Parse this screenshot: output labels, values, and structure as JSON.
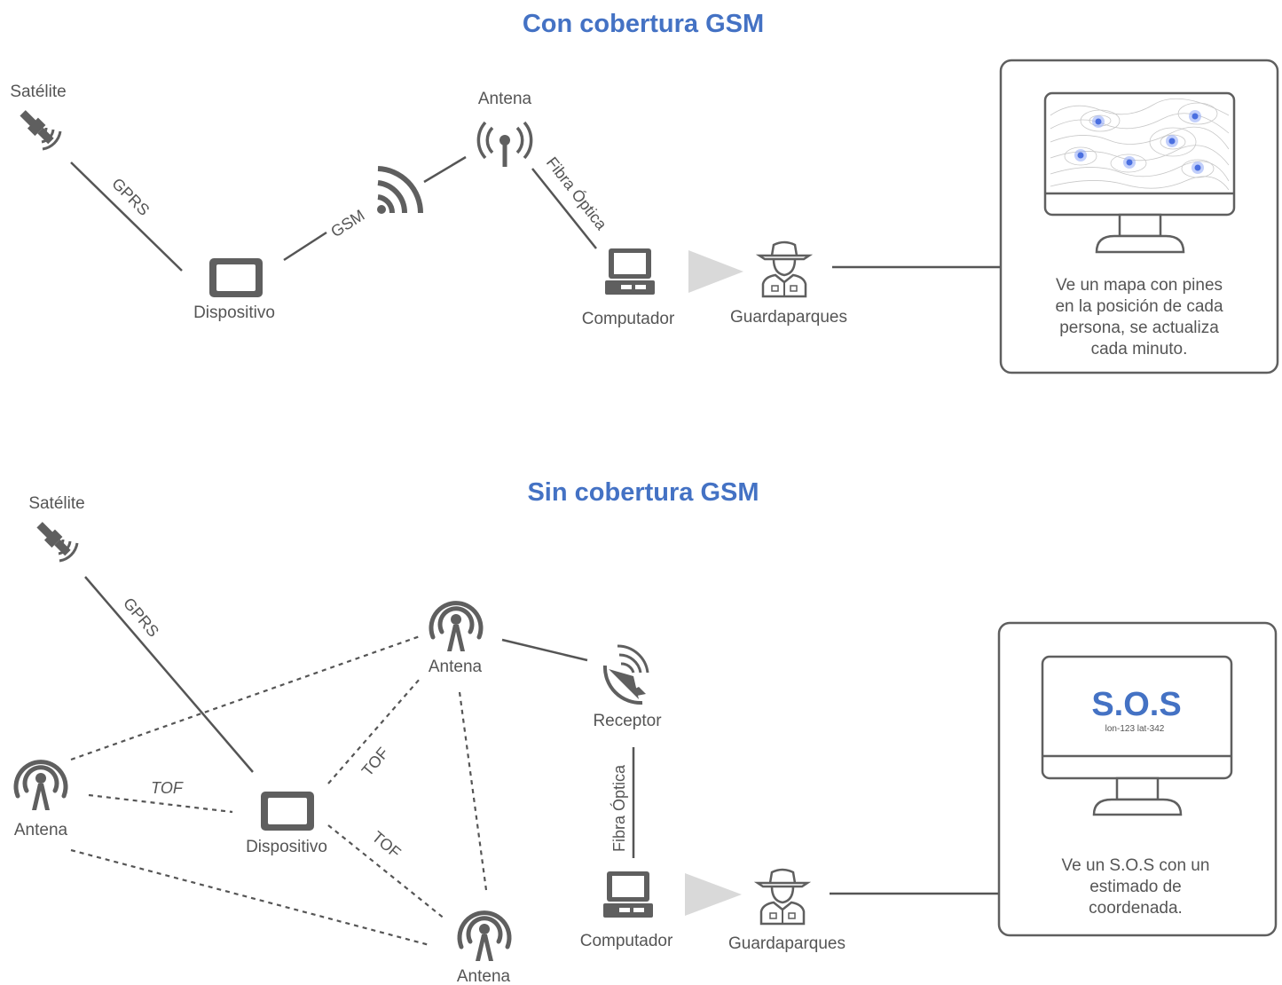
{
  "top": {
    "title": "Con cobertura GSM",
    "satellite_label": "Satélite",
    "antenna_label": "Antena",
    "device_label": "Dispositivo",
    "computer_label": "Computador",
    "ranger_label": "Guardaparques",
    "link_gprs": "GPRS",
    "link_gsm": "GSM",
    "link_fiber": "Fibra Óptica",
    "description": [
      "Ve un mapa con pines",
      "en la posición de cada",
      "persona, se actualiza",
      "cada minuto."
    ]
  },
  "bottom": {
    "title": "Sin cobertura GSM",
    "satellite_label": "Satélite",
    "antenna_top_label": "Antena",
    "antenna_left_label": "Antena",
    "antenna_bottom_label": "Antena",
    "receiver_label": "Receptor",
    "device_label": "Dispositivo",
    "computer_label": "Computador",
    "ranger_label": "Guardaparques",
    "link_gprs": "GPRS",
    "link_fiber": "Fibra Óptica",
    "link_tof_left": "TOF",
    "link_tof_upper": "TOF",
    "link_tof_lower": "TOF",
    "screen_sos": "S.O.S",
    "screen_coords": "lon-123 lat-342",
    "description": [
      "Ve un S.O.S con un",
      "estimado de",
      "coordenada."
    ]
  },
  "colors": {
    "title": "#4472C4",
    "icon": "#5f5f5f",
    "text": "#555555",
    "pin": "#4a6fe0",
    "arrow": "#d9d9d9"
  }
}
